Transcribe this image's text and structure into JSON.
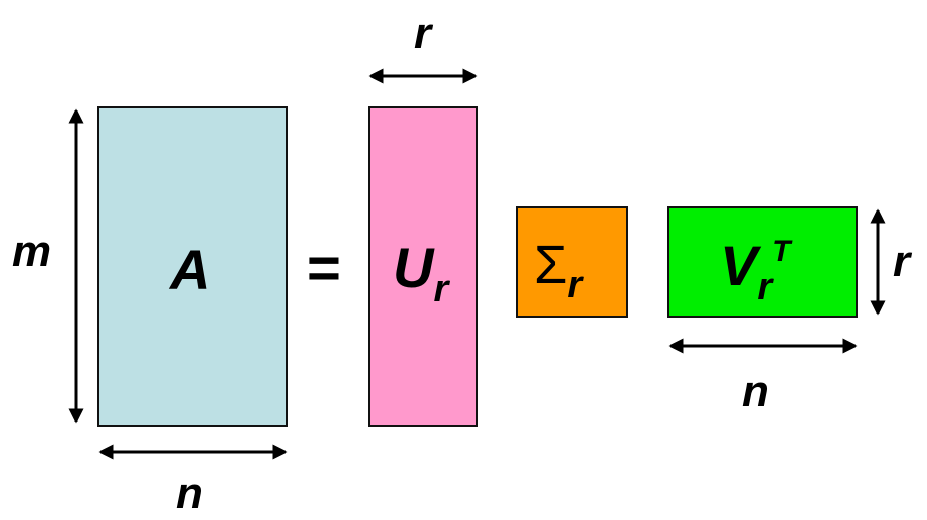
{
  "diagram": {
    "labels": {
      "matrix_a": "A",
      "equals": "=",
      "u_main": "U",
      "u_sub": "r",
      "sigma_main": "Σ",
      "sigma_sub": "r",
      "v_main": "V",
      "v_sub": "r",
      "v_sup": "T",
      "dim_m": "m",
      "dim_n_a": "n",
      "dim_r_top": "r",
      "dim_r_right": "r",
      "dim_n_v": "n"
    },
    "colors": {
      "matrix_a": "#bde0e4",
      "matrix_u": "#ff99cc",
      "matrix_sigma": "#ff9900",
      "matrix_v": "#00ee00",
      "border": "#111111",
      "arrow": "#000000"
    }
  }
}
